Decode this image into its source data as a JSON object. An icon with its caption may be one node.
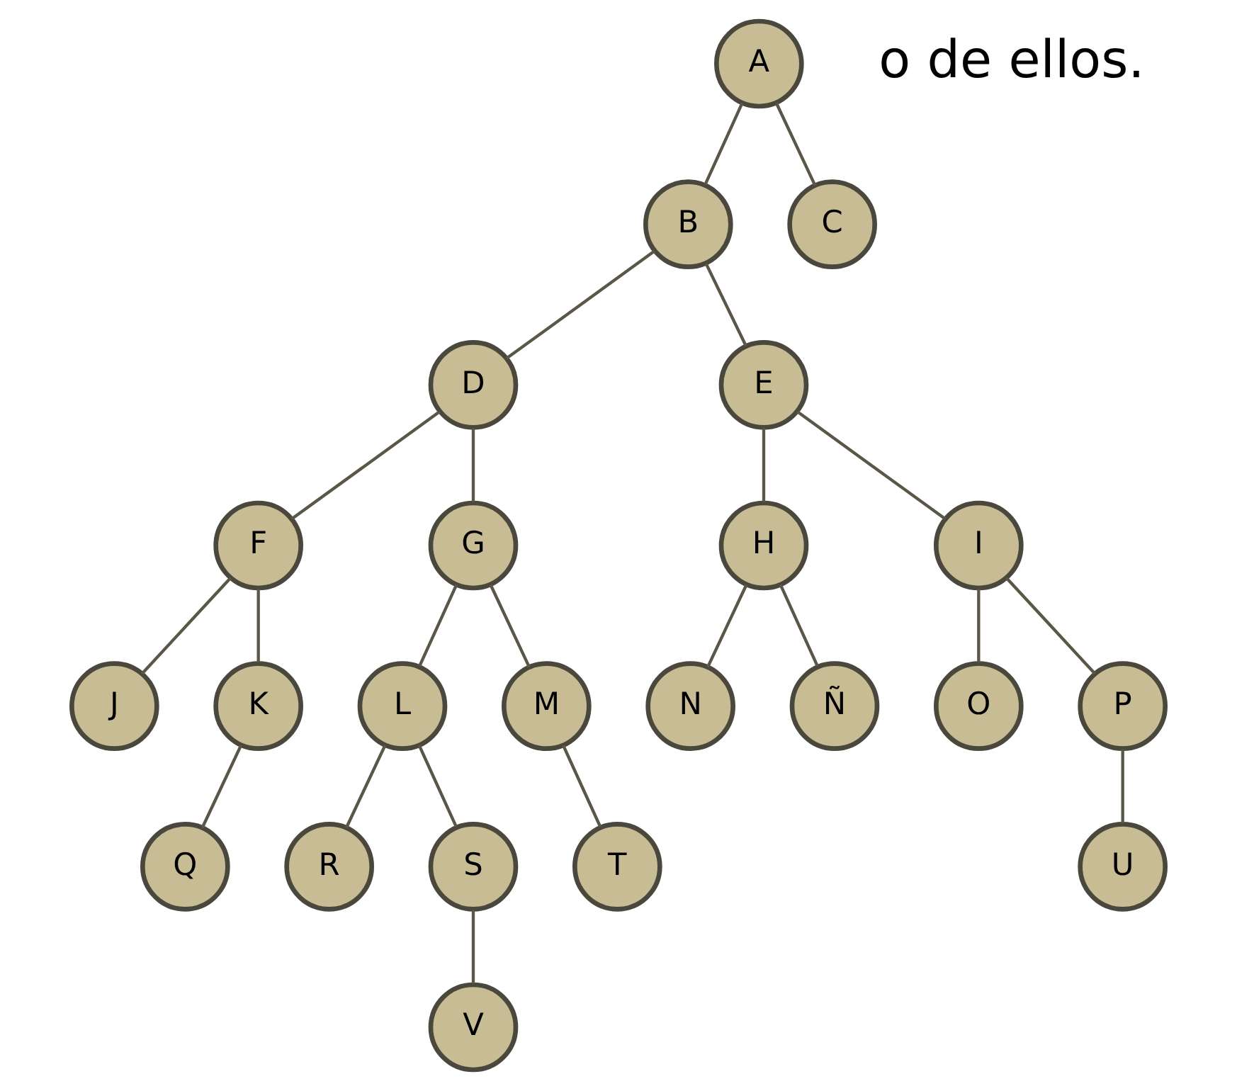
{
  "diagram": {
    "nodes": [
      {
        "text": [
          "A"
        ]
      },
      {
        "text": [
          "B"
        ]
      },
      {
        "text": [
          "C"
        ]
      },
      {
        "text": [
          "D"
        ]
      },
      {
        "text": [
          "E"
        ]
      },
      {
        "text": [
          "F"
        ]
      },
      {
        "text": [
          "G"
        ]
      },
      {
        "text": [
          "H"
        ]
      },
      {
        "text": [
          "I"
        ]
      },
      {
        "text": [
          "J"
        ]
      },
      {
        "text": [
          "K"
        ]
      },
      {
        "text": [
          "L"
        ]
      },
      {
        "text": [
          "M"
        ]
      },
      {
        "text": [
          "N"
        ]
      },
      {
        "text": [
          "Ñ"
        ]
      },
      {
        "text": [
          "O"
        ]
      },
      {
        "text": [
          "P"
        ]
      },
      {
        "text": [
          "Q"
        ]
      },
      {
        "text": [
          "R"
        ]
      },
      {
        "text": [
          "S"
        ]
      },
      {
        "text": [
          "T"
        ]
      },
      {
        "text": [
          "U"
        ]
      },
      {
        "text": [
          "V"
        ]
      }
    ],
    "edges": [
      {
        "from": 0,
        "to": 1,
        "arrow": "none"
      },
      {
        "from": 0,
        "to": 2,
        "arrow": "none"
      },
      {
        "from": 1,
        "to": 3,
        "arrow": "none"
      },
      {
        "from": 1,
        "to": 4,
        "arrow": "none"
      },
      {
        "from": 3,
        "to": 5,
        "arrow": "none"
      },
      {
        "from": 3,
        "to": 6,
        "arrow": "none"
      },
      {
        "from": 4,
        "to": 7,
        "arrow": "none"
      },
      {
        "from": 4,
        "to": 8,
        "arrow": "none"
      },
      {
        "from": 5,
        "to": 9,
        "arrow": "none"
      },
      {
        "from": 5,
        "to": 10,
        "arrow": "none"
      },
      {
        "from": 6,
        "to": 11,
        "arrow": "none"
      },
      {
        "from": 6,
        "to": 12,
        "arrow": "none"
      },
      {
        "from": 7,
        "to": 13,
        "arrow": "none"
      },
      {
        "from": 7,
        "to": 14,
        "arrow": "none"
      },
      {
        "from": 8,
        "to": 15,
        "arrow": "none"
      },
      {
        "from": 8,
        "to": 16,
        "arrow": "none"
      },
      {
        "from": 10,
        "to": 17,
        "arrow": "none"
      },
      {
        "from": 11,
        "to": 18,
        "arrow": "none"
      },
      {
        "from": 11,
        "to": 19,
        "arrow": "none"
      },
      {
        "from": 12,
        "to": 20,
        "arrow": "none"
      },
      {
        "from": 16,
        "to": 21,
        "arrow": "none"
      },
      {
        "from": 19,
        "to": 22,
        "arrow": "none"
      }
    ],
    "labels": [
      "o de ellos."
    ]
  }
}
